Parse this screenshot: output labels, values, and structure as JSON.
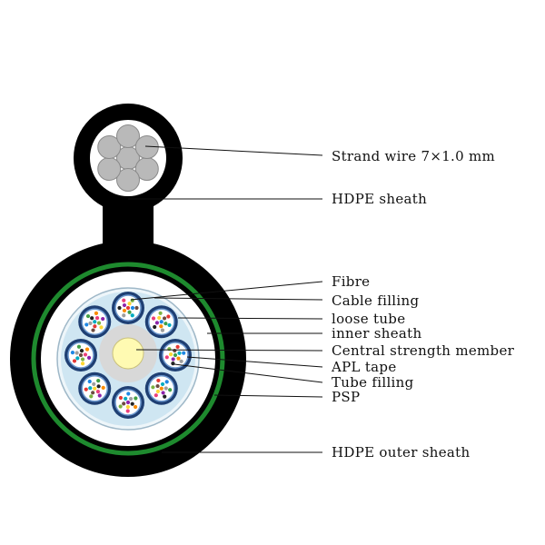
{
  "colors": {
    "jacket": "#000000",
    "armor_green": "#1e8a2e",
    "steel_strand": "#b9b9b9",
    "cable_filling": "#cfe6f2",
    "loose_tube": "#1f3f73",
    "loose_tube_ring": "#6e9ad0",
    "strength_member": "#fffab2",
    "fiber_colors": [
      "#e53935",
      "#1e88e5",
      "#43a047",
      "#fb8c00",
      "#8e24aa",
      "#fdd835",
      "#6d4c41",
      "#00acc1",
      "#9e9e9e",
      "#222222",
      "#ec407a",
      "#7cb342"
    ]
  },
  "labels": {
    "strand_wire": "Strand wire 7×1.0 mm",
    "hdpe_sheath": "HDPE sheath",
    "fibre": "Fibre",
    "cable_filling": "Cable filling",
    "loose_tube": "loose tube",
    "inner_sheath": "inner sheath",
    "central_strength_member": "Central strength member",
    "apl_tape": "APL tape",
    "tube_filling": "Tube filling",
    "psp": "PSP",
    "hdpe_outer_sheath": "HDPE outer sheath"
  }
}
